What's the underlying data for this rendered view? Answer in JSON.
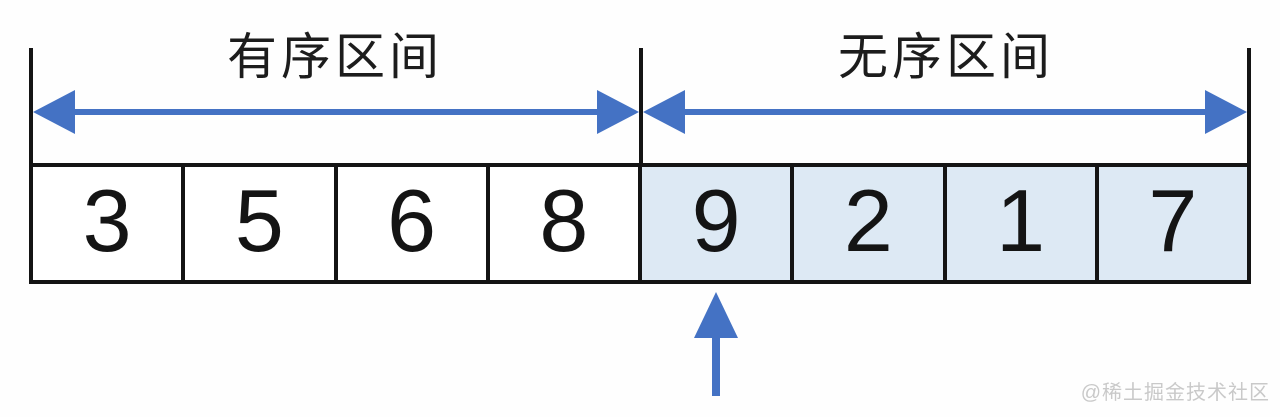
{
  "diagram": {
    "description": "insertion-sort array diagram",
    "sorted_region": {
      "label": "有序区间"
    },
    "unsorted_region": {
      "label": "无序区间"
    },
    "cells": [
      {
        "value": "3",
        "region": "sorted"
      },
      {
        "value": "5",
        "region": "sorted"
      },
      {
        "value": "6",
        "region": "sorted"
      },
      {
        "value": "8",
        "region": "sorted"
      },
      {
        "value": "9",
        "region": "unsorted"
      },
      {
        "value": "2",
        "region": "unsorted"
      },
      {
        "value": "1",
        "region": "unsorted"
      },
      {
        "value": "7",
        "region": "unsorted"
      }
    ],
    "pointer": {
      "points_to_value": "9"
    },
    "colors": {
      "arrow_blue": "#4472c4",
      "unsorted_cell_bg": "#dde9f4",
      "line_black": "#141414",
      "watermark_gray": "#c9c9c9"
    }
  },
  "watermark": "@稀土掘金技术社区"
}
